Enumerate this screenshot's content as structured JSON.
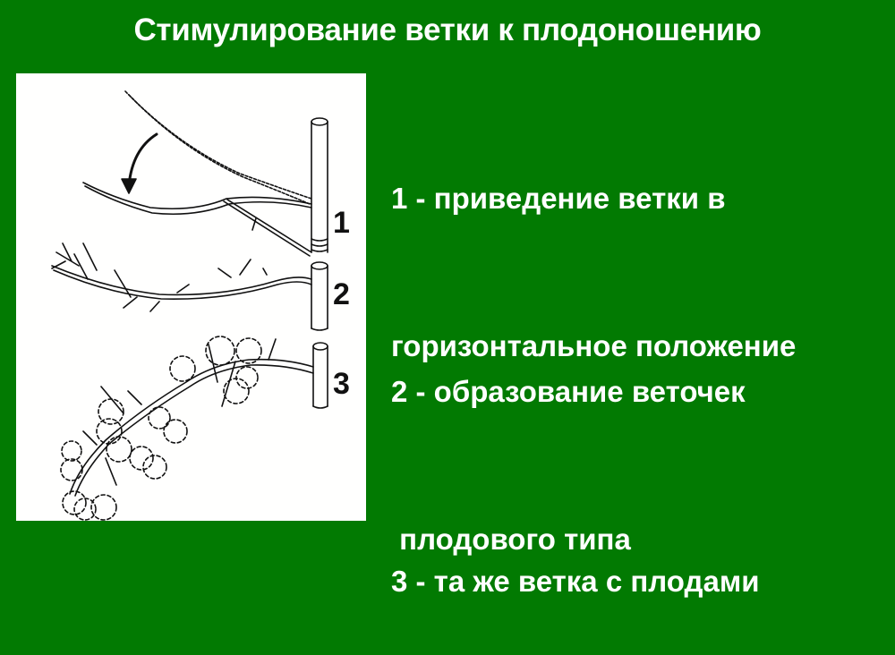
{
  "title": "Стимулирование ветки к плодоношению",
  "illustration": {
    "labels": [
      "1",
      "2",
      "3"
    ],
    "arrow": "curved-down-arrow",
    "stages": [
      {
        "number": "1",
        "depiction": "branch bent from upward (dashed) to horizontal, tied to trunk with a string"
      },
      {
        "number": "2",
        "depiction": "horizontal branch with fruit-type twigs"
      },
      {
        "number": "3",
        "depiction": "drooping branch with fruits (dashed circles)"
      }
    ]
  },
  "captions": [
    {
      "line1": "1 - приведение ветки в",
      "line2": "горизонтальное положение"
    },
    {
      "line1": "2 - образование веточек",
      "line2": " плодового типа"
    },
    {
      "line1": "3 - та же ветка с плодами",
      "line2": ""
    }
  ],
  "colors": {
    "background": "#027a02",
    "panel": "#fffffe",
    "text": "#ffffff",
    "ink": "#111111"
  }
}
